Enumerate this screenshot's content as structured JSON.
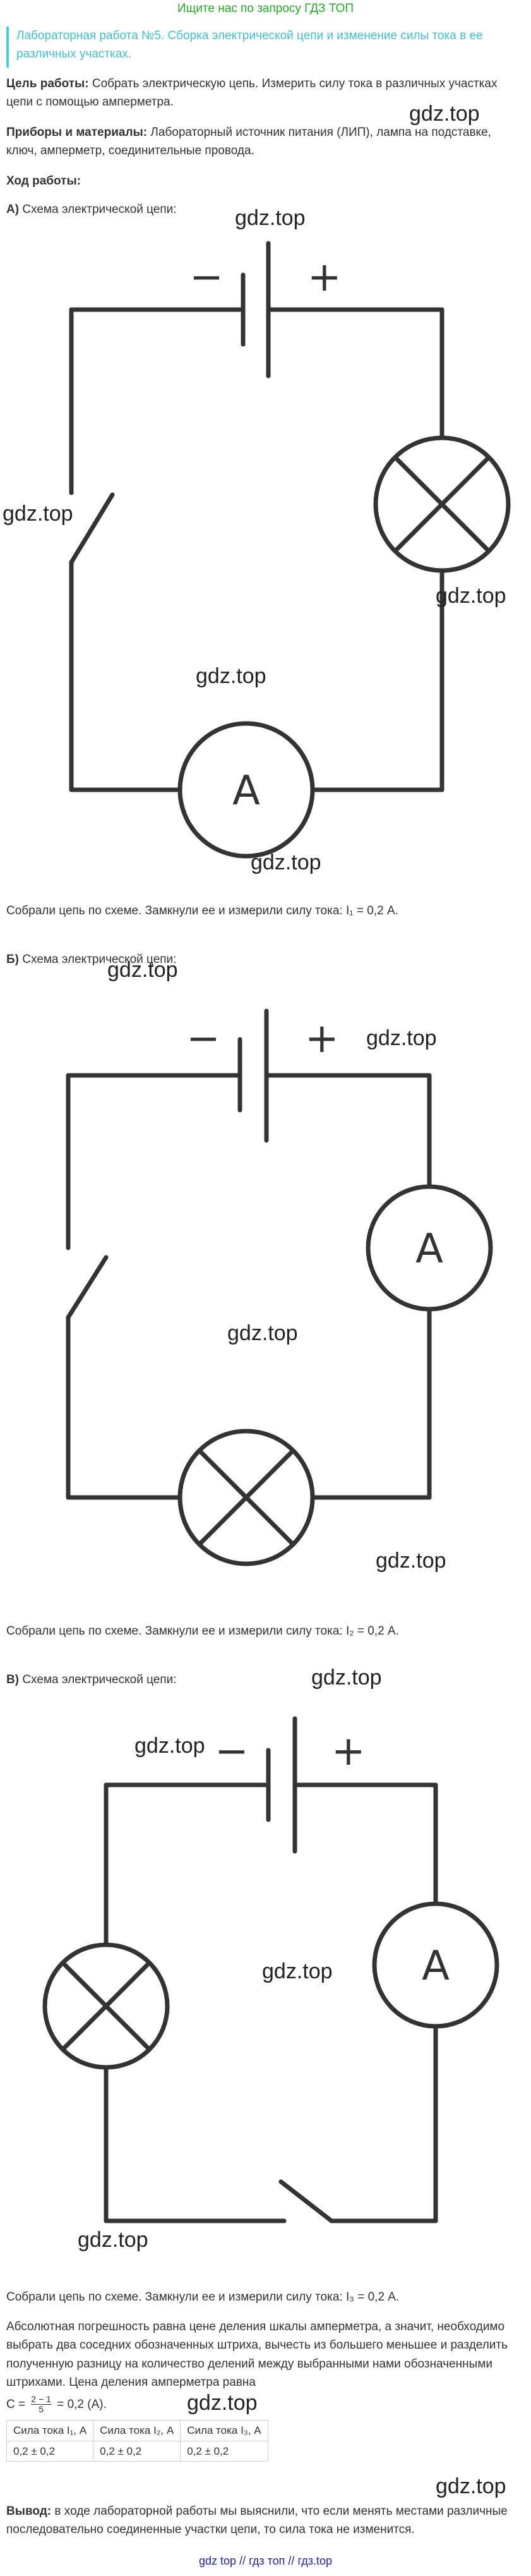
{
  "promo": "Ищите нас по запросу ГДЗ ТОП",
  "notice": "Лабораторная работа №5. Сборка электрической цепи и изменение силы тока в ее различных участках.",
  "goal": {
    "label": "Цель работы:",
    "text": " Собрать электрическую цепь. Измерить силу тока в различных участках цепи с помощью амперметра."
  },
  "equipment": {
    "label": "Приборы и материалы:",
    "text": " Лабораторный источник питания (ЛИП), лампа на подставке, ключ, амперметр, соединительные провода."
  },
  "procedure_heading": "Ход работы:",
  "schemes": [
    {
      "letter": "А)",
      "caption": " Схема электрической цепи:",
      "result": "Собрали цепь по схеме. Замкнули ее и измерили силу тока: I₁ = 0,2 А."
    },
    {
      "letter": "Б)",
      "caption": " Схема электрической цепи:",
      "result": "Собрали цепь по схеме. Замкнули ее и измерили силу тока: I₂ = 0,2 А."
    },
    {
      "letter": "В)",
      "caption": " Схема электрической цепи:",
      "result": "Собрали цепь по схеме. Замкнули ее и измерили силу тока: I₃ = 0,2 А."
    }
  ],
  "circuit_symbols": {
    "minus": "−",
    "plus": "+",
    "ammeter": "A"
  },
  "watermark": "gdz.top",
  "error_text": "Абсолютная погрешность равна цене деления шкалы амперметра, а значит, необходимо выбрать два соседних обозначенных штриха, вычесть из большего меньшее и разделить полученную разницу на количество делений между выбранными нами обозначенными штрихами. Цена деления амперметра равна",
  "formula": {
    "lhs": "C =",
    "num": "2 − 1",
    "den": "5",
    "rhs": "= 0,2 (А)."
  },
  "table": {
    "headers": [
      "Сила тока I₁, А",
      "Сила тока I₂, А",
      "Сила тока I₃, А"
    ],
    "row": [
      "0,2 ± 0,2",
      "0,2 ± 0,2",
      "0,2 ± 0,2"
    ]
  },
  "conclusion": {
    "label": "Вывод:",
    "text": " в ходе лабораторной работы мы выяснили, что если менять местами различные последовательно соединенные участки цепи, то сила тока не изменится."
  },
  "footer": {
    "links": [
      "gdz top",
      "гдз топ",
      "гдз.top"
    ],
    "separator": "//"
  },
  "colors": {
    "promo": "#22aa22",
    "notice": "#40c0d0",
    "notice_border": "#40d0e0",
    "link": "#2222aa"
  }
}
